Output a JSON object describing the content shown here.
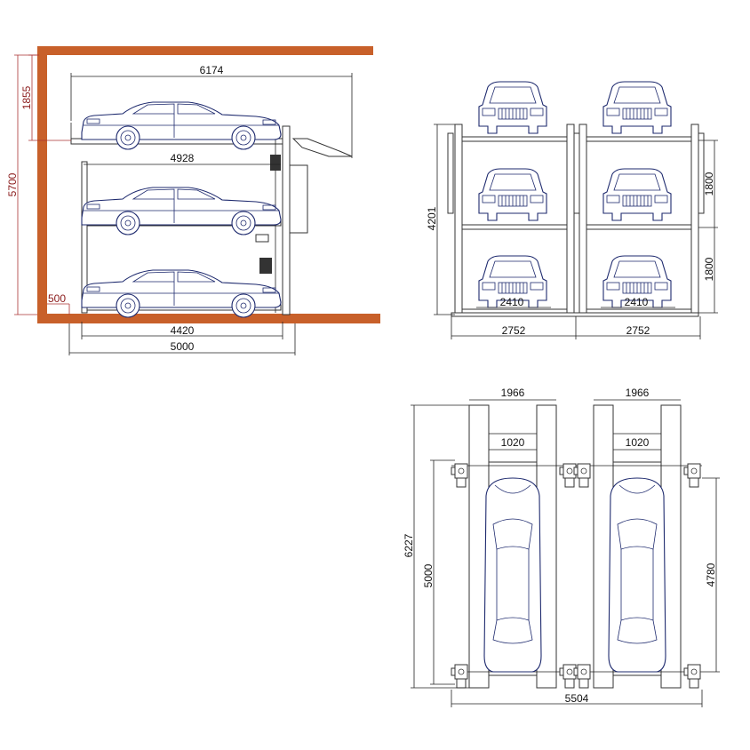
{
  "side_view": {
    "dim_top_width": "6174",
    "dim_deck_width": "4928",
    "dim_base_width": "4420",
    "dim_total_width": "5000",
    "dim_clearance_top": "1855",
    "dim_total_height": "5700",
    "dim_pit": "500"
  },
  "front_view": {
    "dim_height": "4201",
    "dim_level_upper": "1800",
    "dim_level_lower": "1800",
    "dim_inner_left": "2410",
    "dim_inner_right": "2410",
    "dim_bay_left": "2752",
    "dim_bay_right": "2752"
  },
  "plan_view": {
    "dim_post_left": "1966",
    "dim_post_right": "1966",
    "dim_gap_left": "1020",
    "dim_gap_right": "1020",
    "dim_length_outer": "6227",
    "dim_length_inner": "5000",
    "dim_car_length": "4780",
    "dim_total_width": "5504"
  },
  "colors": {
    "wall": "#c8602a",
    "car_line": "#1e2a6e",
    "dim_red": "#8a1a1a"
  }
}
